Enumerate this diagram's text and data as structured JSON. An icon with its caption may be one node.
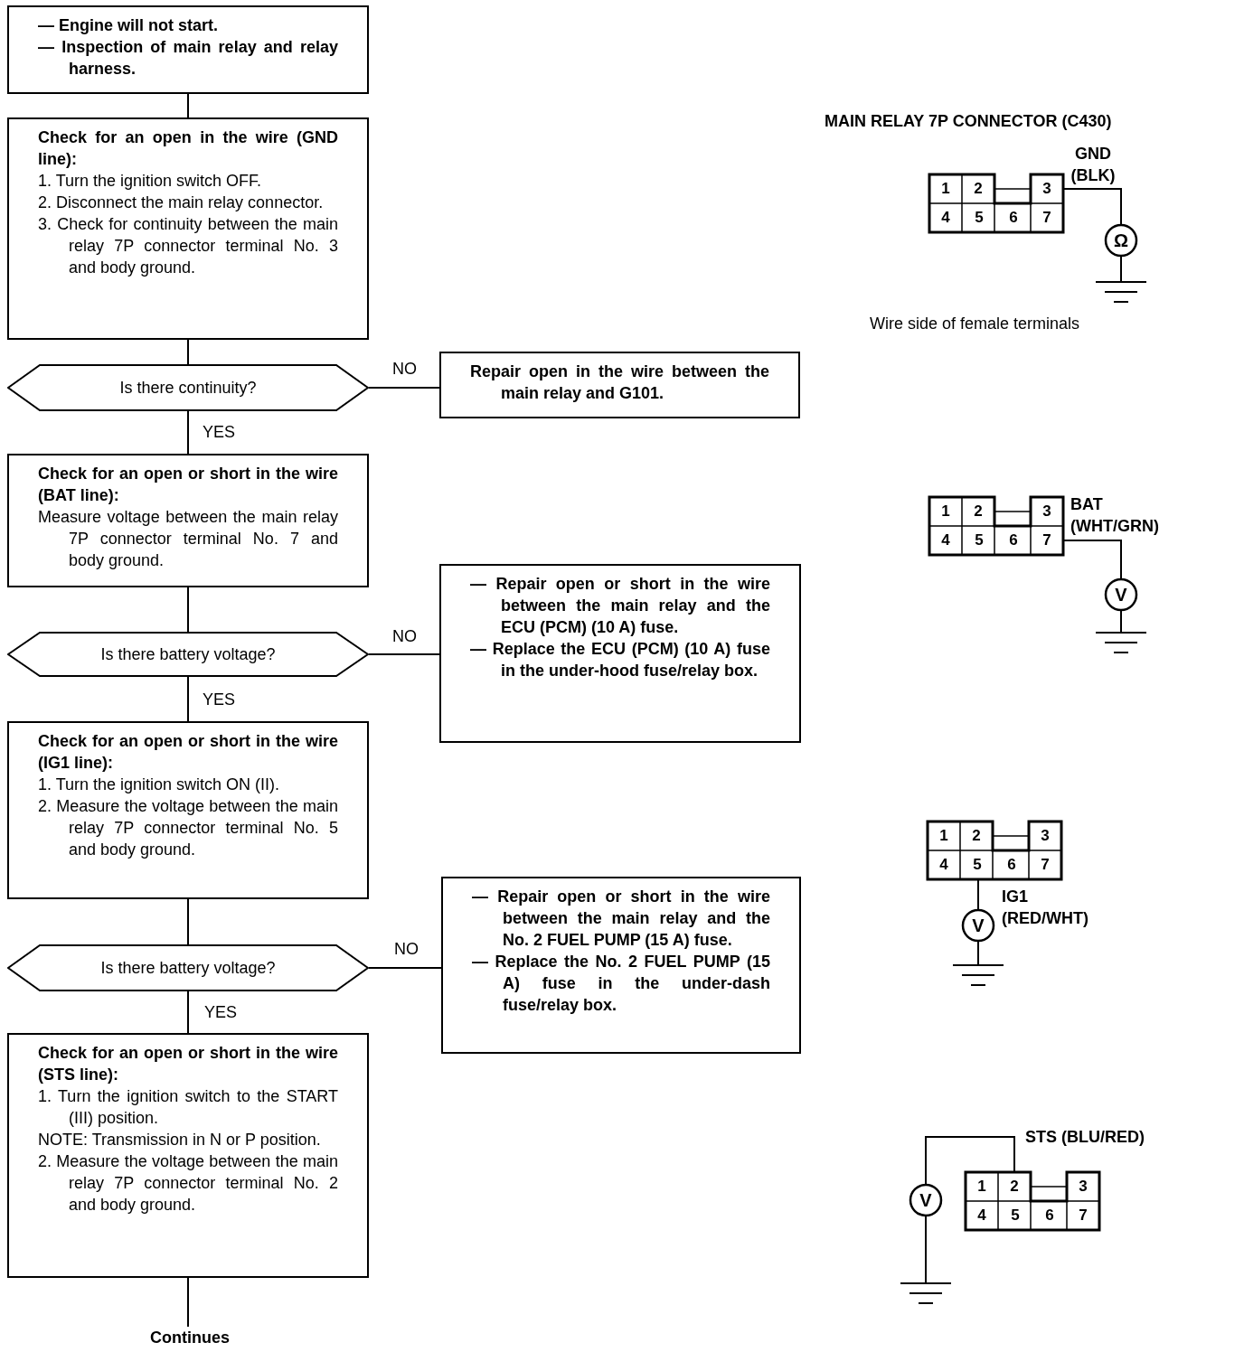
{
  "diagram": {
    "nodes": [
      {
        "text": [
          "— Engine will not start.",
          "— Inspection of main relay and relay harness."
        ]
      },
      {
        "text": [
          "Check for an open in the wire (GND line):",
          "1. Turn the ignition switch OFF.",
          "2. Disconnect the main relay connector.",
          "3. Check for continuity between the main relay 7P connector terminal No. 3 and body ground."
        ]
      },
      {
        "text": [
          "Is there continuity?"
        ]
      },
      {
        "text": [
          "Repair open in the wire between the main relay and G101."
        ]
      },
      {
        "text": [
          "Check for an open or short in the wire (BAT line):",
          "Measure voltage between the main relay 7P connector terminal No. 7 and body ground."
        ]
      },
      {
        "text": [
          "Is there battery voltage?"
        ]
      },
      {
        "text": [
          "— Repair open or short in the wire between the main relay and the ECU (PCM) (10 A) fuse.",
          "— Replace the ECU (PCM) (10 A) fuse in the under-hood fuse/relay box."
        ]
      },
      {
        "text": [
          "Check for an open or short in the wire (IG1 line):",
          "1. Turn the ignition switch ON (II).",
          "2. Measure the voltage between the main relay 7P connector terminal No. 5 and body ground."
        ]
      },
      {
        "text": [
          "Is there battery voltage?"
        ]
      },
      {
        "text": [
          "— Repair open or short in the wire between the main relay and the No. 2 FUEL PUMP (15 A) fuse.",
          "— Replace the No. 2 FUEL PUMP (15 A) fuse in the under-dash fuse/relay box."
        ]
      },
      {
        "text": [
          "Check for an open or short in the wire (STS line):",
          "1. Turn the ignition switch to the START (III) position.",
          "NOTE: Transmission in N or P position.",
          "2. Measure the voltage between the main relay 7P connector terminal No. 2 and body ground."
        ]
      },
      {
        "text": [
          "Continues"
        ]
      }
    ],
    "edges": [
      {
        "from": 0,
        "to": 1,
        "arrow": "none"
      },
      {
        "from": 1,
        "to": 2,
        "arrow": "none"
      },
      {
        "from": 2,
        "to": 3,
        "arrow": "none",
        "label": "NO"
      },
      {
        "from": 2,
        "to": 4,
        "arrow": "none",
        "label": "YES"
      },
      {
        "from": 4,
        "to": 5,
        "arrow": "none"
      },
      {
        "from": 5,
        "to": 6,
        "arrow": "none",
        "label": "NO"
      },
      {
        "from": 5,
        "to": 7,
        "arrow": "none",
        "label": "YES"
      },
      {
        "from": 7,
        "to": 8,
        "arrow": "none"
      },
      {
        "from": 8,
        "to": 9,
        "arrow": "none",
        "label": "NO"
      },
      {
        "from": 8,
        "to": 10,
        "arrow": "none",
        "label": "YES"
      },
      {
        "from": 10,
        "to": 11,
        "arrow": "none"
      }
    ],
    "labels": [
      "MAIN RELAY 7P CONNECTOR (C430)",
      "GND (BLK)",
      "1",
      "2",
      "3",
      "4",
      "5",
      "6",
      "7",
      "Ω",
      "Wire side of female terminals",
      "BAT (WHT/GRN)",
      "1",
      "2",
      "3",
      "4",
      "5",
      "6",
      "7",
      "V",
      "1",
      "2",
      "3",
      "4",
      "5",
      "6",
      "7",
      "IG1 (RED/WHT)",
      "V",
      "STS (BLU/RED)",
      "V",
      "1",
      "2",
      "3",
      "4",
      "5",
      "6",
      "7"
    ]
  }
}
